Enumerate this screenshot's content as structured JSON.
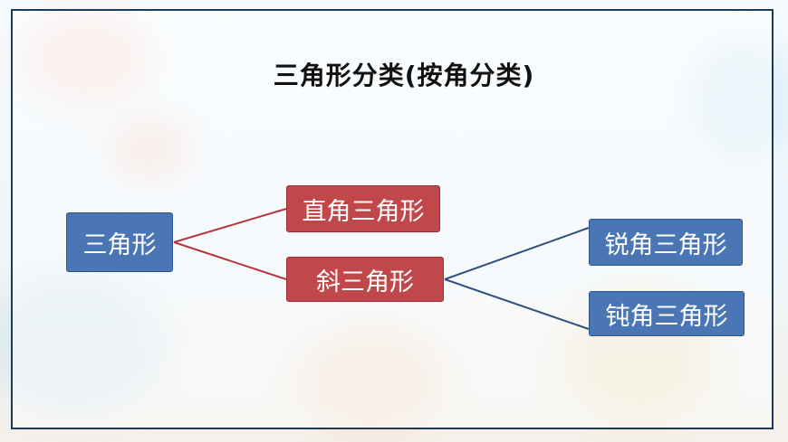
{
  "title": "三角形分类(按角分类)",
  "nodes": {
    "root": "三角形",
    "right": "直角三角形",
    "oblique": "斜三角形",
    "acute": "锐角三角形",
    "obtuse": "钝角三角形"
  },
  "colors": {
    "blue_box": "#4a76b6",
    "red_box": "#c0474a",
    "red_line": "#b5363b",
    "blue_line": "#2f4f7d",
    "frame": "#1d3b57"
  }
}
